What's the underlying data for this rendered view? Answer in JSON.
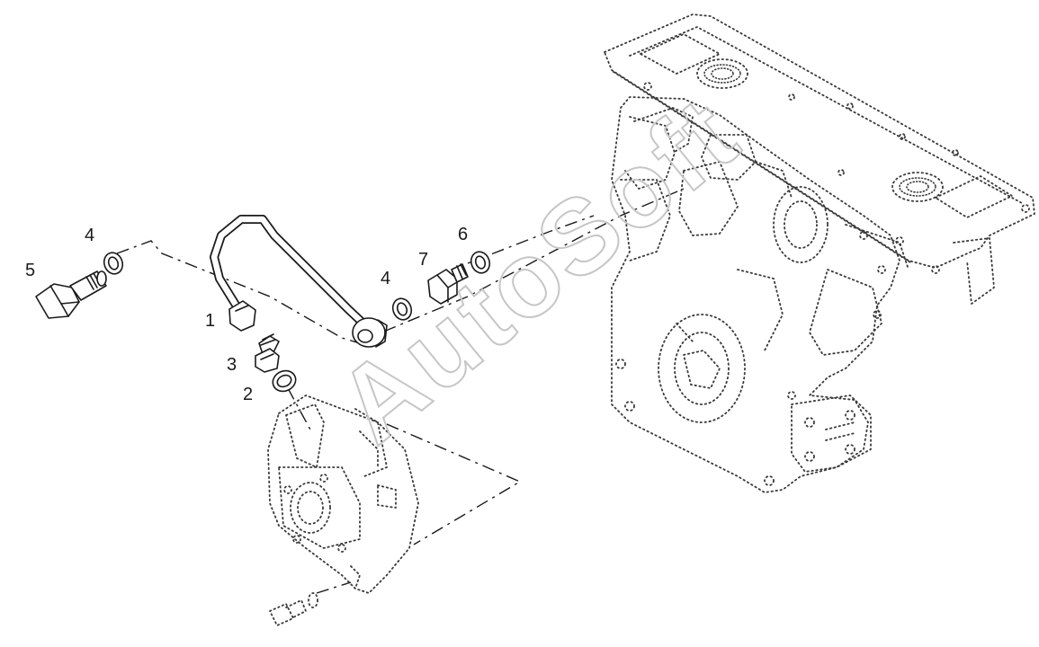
{
  "diagram": {
    "callouts": [
      {
        "id": "c1",
        "text": "1"
      },
      {
        "id": "c2",
        "text": "2"
      },
      {
        "id": "c3",
        "text": "3"
      },
      {
        "id": "c4a",
        "text": "4"
      },
      {
        "id": "c4b",
        "text": "4"
      },
      {
        "id": "c5",
        "text": "5"
      },
      {
        "id": "c6",
        "text": "6"
      },
      {
        "id": "c7",
        "text": "7"
      }
    ],
    "watermark": "AutoSoft"
  }
}
